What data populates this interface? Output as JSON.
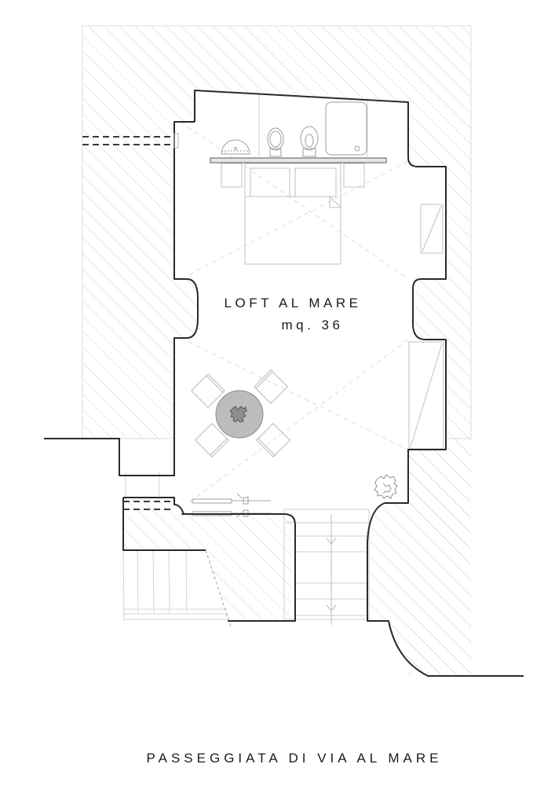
{
  "plan": {
    "room_name": "LOFT AL MARE",
    "room_area": "mq. 36",
    "street_name": "PASSEGGIATA DI VIA AL MARE"
  },
  "colors": {
    "wall": "#2a2a2a",
    "hatch": "#cfcfcf",
    "furniture": "#bdbdbd",
    "guide": "#d8d8d8",
    "table_fill": "#bcbcbc",
    "text": "#1a1a1a"
  },
  "elements": {
    "bathroom": [
      "washbasin",
      "bidet",
      "toilet",
      "shower"
    ],
    "bedroom": [
      "double-bed",
      "nightstand-left",
      "nightstand-right",
      "wardrobe"
    ],
    "living": [
      "round-table",
      "chair",
      "chair",
      "chair",
      "chair",
      "sofa",
      "plant",
      "bicycle",
      "bicycle"
    ],
    "access": [
      "stairs-down",
      "stairs-down"
    ]
  }
}
